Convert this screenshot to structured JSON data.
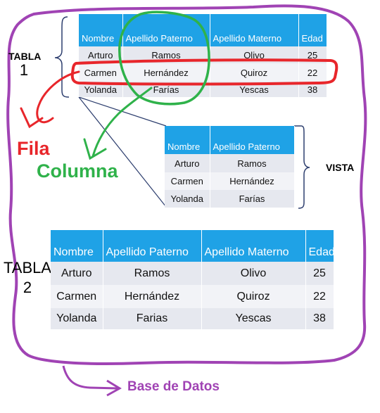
{
  "tabla1": {
    "label_word": "TABLA",
    "label_num": "1",
    "headers": [
      "Nombre",
      "Apellido Paterno",
      "Apellido Materno",
      "Edad"
    ],
    "rows": [
      [
        "Arturo",
        "Ramos",
        "Olivo",
        "25"
      ],
      [
        "Carmen",
        "Hernández",
        "Quiroz",
        "22"
      ],
      [
        "Yolanda",
        "Farías",
        "Yescas",
        "38"
      ]
    ]
  },
  "vista": {
    "label": "VISTA",
    "headers": [
      "Nombre",
      "Apellido Paterno"
    ],
    "rows": [
      [
        "Arturo",
        "Ramos"
      ],
      [
        "Carmen",
        "Hernández"
      ],
      [
        "Yolanda",
        "Farías"
      ]
    ]
  },
  "tabla2": {
    "label_word": "TABLA",
    "label_num": "2",
    "headers": [
      "Nombre",
      "Apellido Paterno",
      "Apellido Materno",
      "Edad"
    ],
    "rows": [
      [
        "Arturo",
        "Ramos",
        "Olivo",
        "25"
      ],
      [
        "Carmen",
        "Hernández",
        "Quiroz",
        "22"
      ],
      [
        "Yolanda",
        "Farias",
        "Yescas",
        "38"
      ]
    ]
  },
  "annotations": {
    "fila": "Fila",
    "columna": "Columna",
    "base_de_datos": "Base de Datos"
  },
  "colors": {
    "header_blue": "#1fa2e6",
    "row_marker_red": "#e8262b",
    "column_marker_green": "#2fb24a",
    "database_purple": "#a043b4",
    "bracket_navy": "#2d3e6e"
  }
}
